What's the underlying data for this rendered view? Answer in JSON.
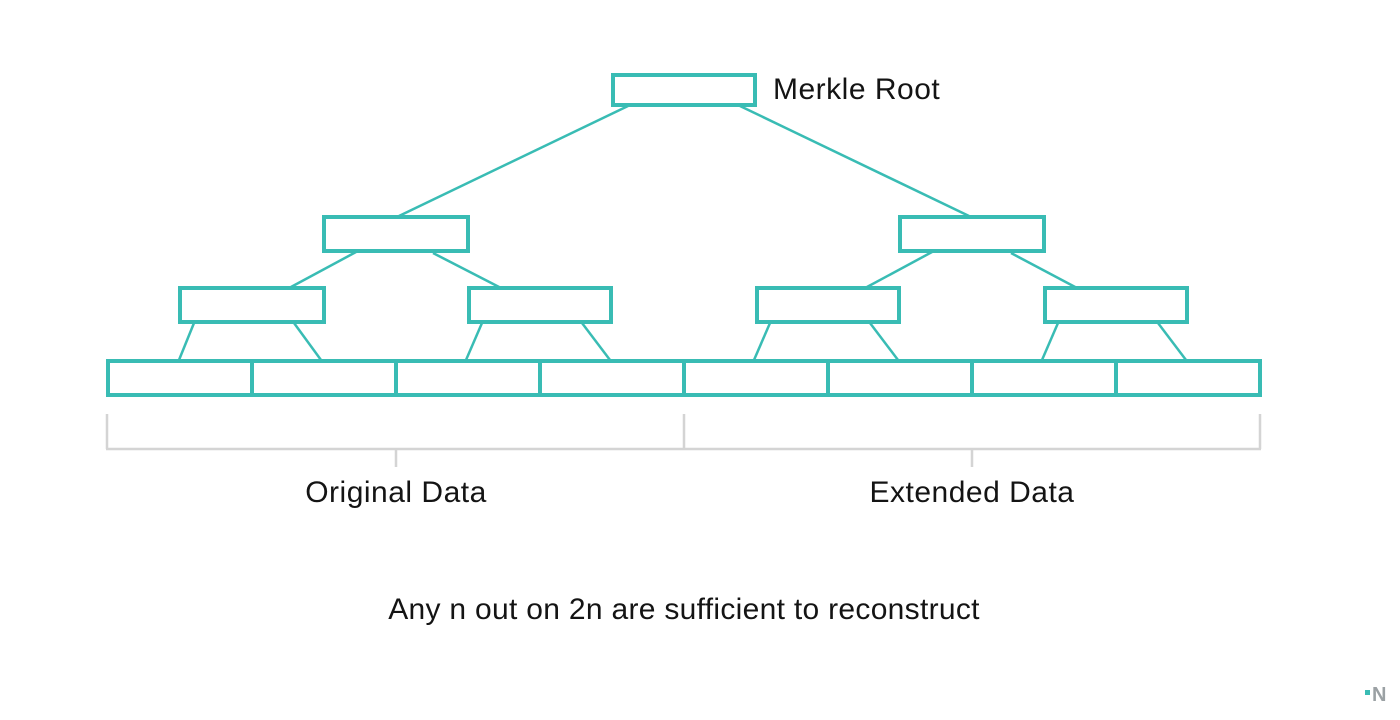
{
  "diagram": {
    "root_label": "Merkle Root",
    "caption": "Any n out on 2n are sufficient to reconstruct",
    "groups": [
      {
        "label": "Original Data"
      },
      {
        "label": "Extended Data"
      }
    ],
    "tree": {
      "levels": [
        1,
        2,
        4,
        8
      ],
      "leaf_count": 8
    },
    "watermark_text": "N",
    "colors": {
      "accent": "#39BCB4",
      "bracket": "#D4D4D4",
      "text": "#141414",
      "watermark": "#9BA1A4"
    }
  }
}
